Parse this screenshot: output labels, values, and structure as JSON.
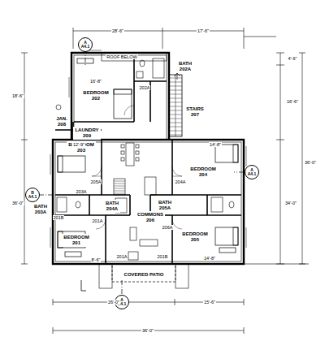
{
  "diagram": {
    "nodes": [
      {
        "text": [
          "BEDROOM",
          "202"
        ]
      },
      {
        "text": [
          "BATH",
          "202A"
        ]
      },
      {
        "text": [
          "STAIRS",
          "207"
        ]
      },
      {
        "text": [
          "JAN.",
          "208"
        ]
      },
      {
        "text": [
          "LAUNDRY",
          "209"
        ]
      },
      {
        "text": [
          "BEDROOM",
          "203"
        ]
      },
      {
        "text": [
          "BEDROOM",
          "204"
        ]
      },
      {
        "text": [
          "BATH",
          "203A"
        ]
      },
      {
        "text": [
          "BATH",
          "204A"
        ]
      },
      {
        "text": [
          "BATH",
          "205A"
        ]
      },
      {
        "text": [
          "COMMONS",
          "206"
        ]
      },
      {
        "text": [
          "BEDROOM",
          "201"
        ]
      },
      {
        "text": [
          "BEDROOM",
          "205"
        ]
      },
      {
        "text": [
          "COVERED PATIO"
        ]
      },
      {
        "text": [
          "A",
          "A4.1"
        ]
      },
      {
        "text": [
          "B",
          "A4.1"
        ]
      },
      {
        "text": [
          "A",
          "A4.1"
        ]
      },
      {
        "text": [
          "A",
          "A4.1"
        ]
      }
    ],
    "labels": [
      "28'-6\"",
      "17'-6\"",
      "ROOF BELOW",
      "16'-8\"",
      "4'-6\"",
      "16'-6\"",
      "36'-0\"",
      "12'-9\"",
      "14'-8\"",
      "34'-0\"",
      "14'-8\"",
      "26'-0\"",
      "15'-6\"",
      "36'-0\"",
      "18'-6\"",
      "36'-0\"",
      "202A",
      "203A",
      "205A",
      "201A",
      "201B",
      "204A",
      "206A",
      "201A",
      "201B",
      "8'-6\""
    ]
  }
}
